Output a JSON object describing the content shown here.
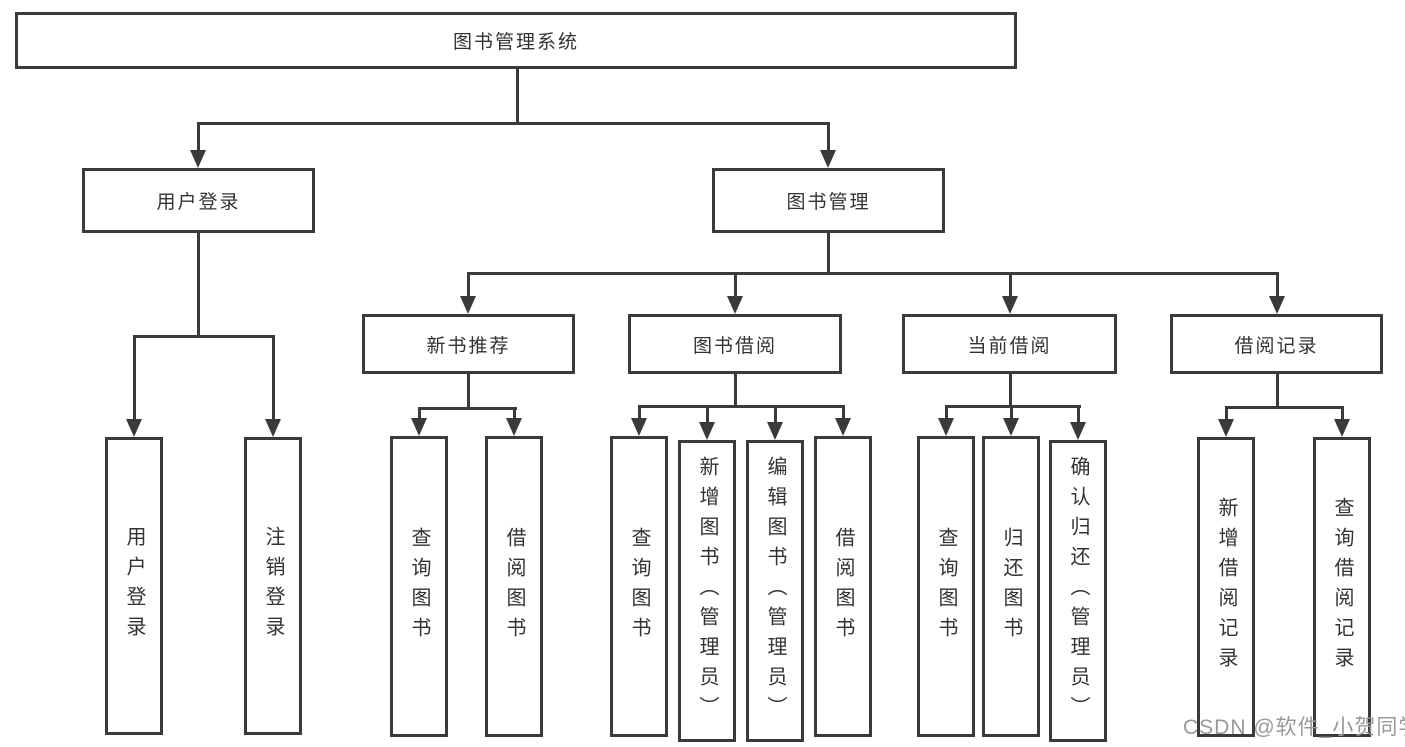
{
  "colors": {
    "line": "#3a3a3a",
    "text": "#333333",
    "watermark": "#999999",
    "background": "#ffffff"
  },
  "watermark": "CSDN @软件_小贺同学",
  "tree": {
    "label": "图书管理系统",
    "children": [
      {
        "label": "用户登录",
        "children": [
          {
            "label": "用户登录"
          },
          {
            "label": "注销登录"
          }
        ]
      },
      {
        "label": "图书管理",
        "children": [
          {
            "label": "新书推荐",
            "children": [
              {
                "label": "查询图书"
              },
              {
                "label": "借阅图书"
              }
            ]
          },
          {
            "label": "图书借阅",
            "children": [
              {
                "label": "查询图书"
              },
              {
                "label": "新增图书（管理员）"
              },
              {
                "label": "编辑图书（管理员）"
              },
              {
                "label": "借阅图书"
              }
            ]
          },
          {
            "label": "当前借阅",
            "children": [
              {
                "label": "查询图书"
              },
              {
                "label": "归还图书"
              },
              {
                "label": "确认归还（管理员）"
              }
            ]
          },
          {
            "label": "借阅记录",
            "children": [
              {
                "label": "新增借阅记录"
              },
              {
                "label": "查询借阅记录"
              }
            ]
          }
        ]
      }
    ]
  }
}
